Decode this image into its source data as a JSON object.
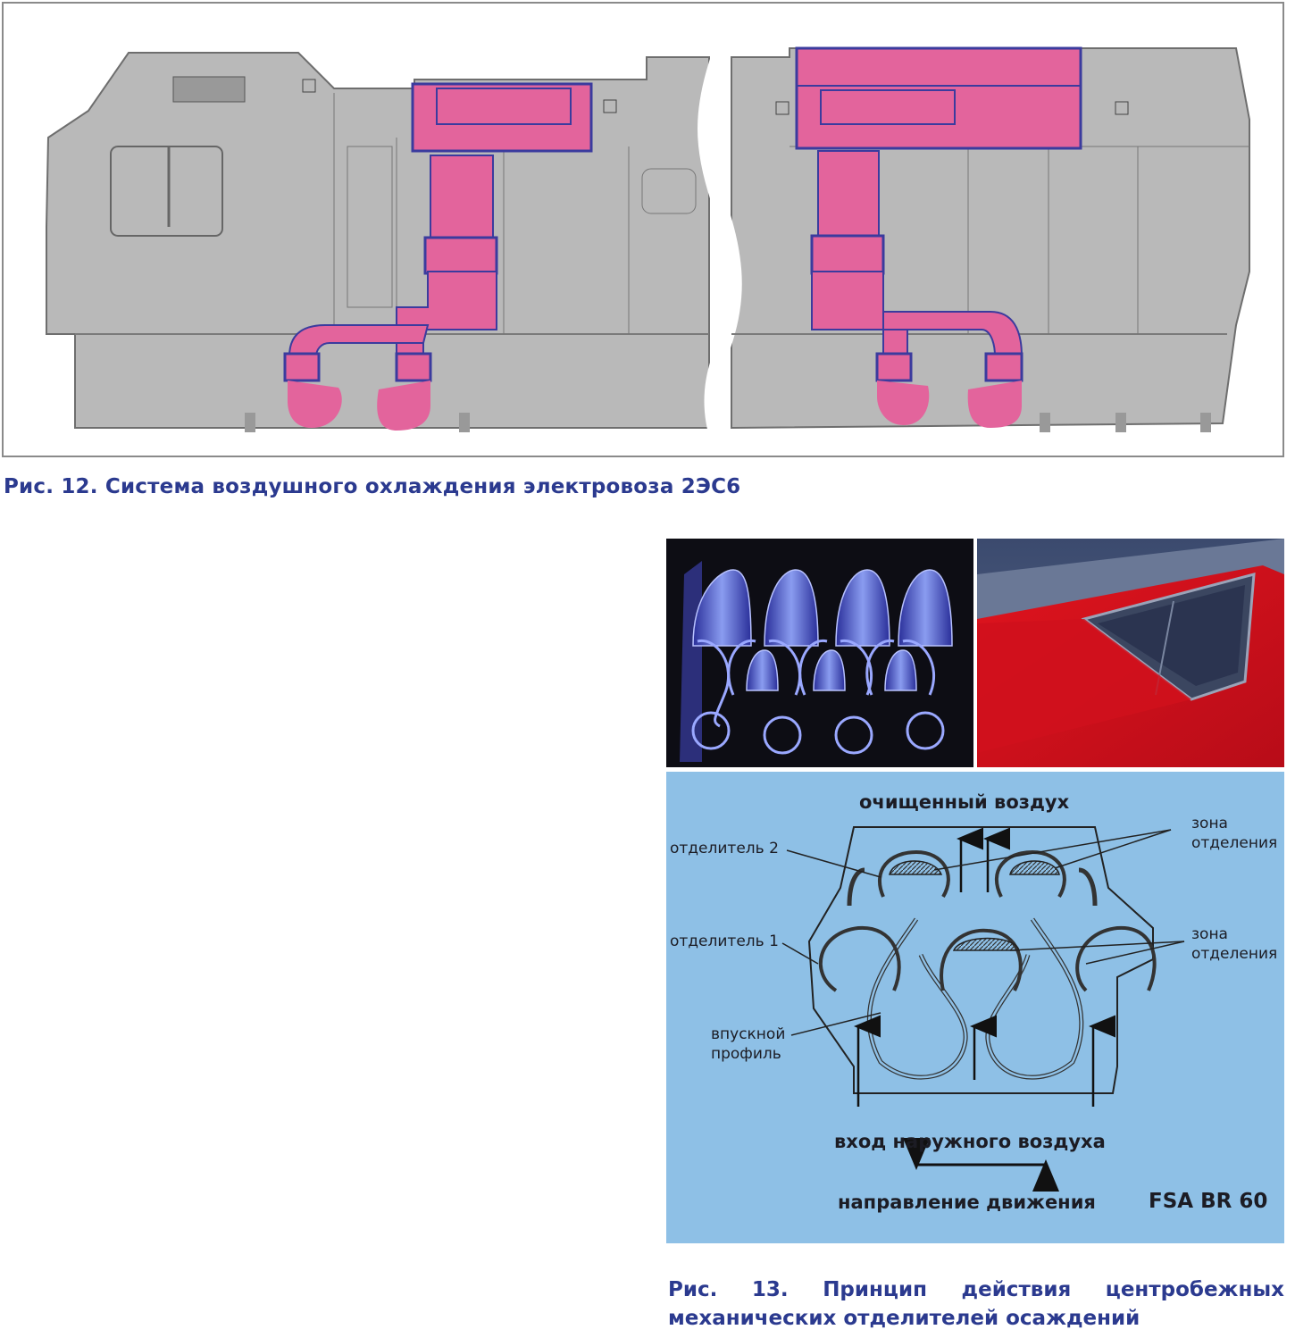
{
  "figure12": {
    "caption": "Рис. 12. Система воздушного охлаждения электровоза 2ЭС6",
    "colors": {
      "body": "#b9b9b9",
      "duct": "#e3649c",
      "outline": "#3b3b9e"
    }
  },
  "figure13": {
    "caption_words": [
      "Рис.",
      "13.",
      "Принцип",
      "действия",
      "центробежных"
    ],
    "caption_line2": "механических отделителей осаждений",
    "diagram": {
      "label_top": "очищенный воздух",
      "label_separator2": "отделитель 2",
      "label_separator1": "отделитель 1",
      "label_zone_top_1": "зона",
      "label_zone_top_2": "отделения",
      "label_zone_mid_1": "зона",
      "label_zone_mid_2": "отделения",
      "label_inlet_1": "впускной",
      "label_inlet_2": "профиль",
      "label_bottom": "вход наружного воздуха",
      "label_direction": "направление движения",
      "label_model": "FSA BR 60",
      "colors": {
        "background": "#8ec0e6",
        "hatch": "#444444"
      }
    }
  }
}
